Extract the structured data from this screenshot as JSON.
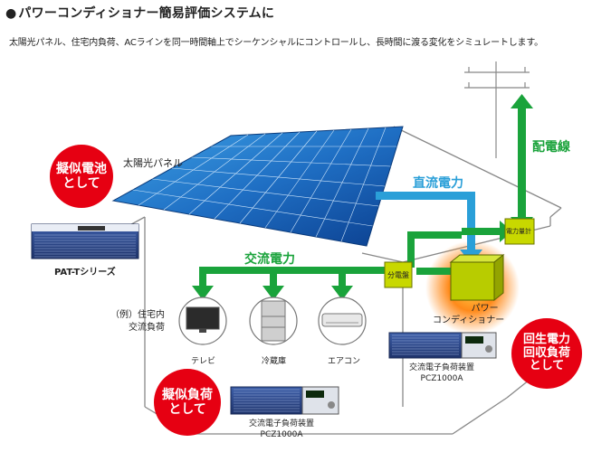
{
  "header": {
    "title": "パワーコンディショナー簡易評価システムに",
    "subtitle": "太陽光パネル、住宅内負荷、ACラインを同一時間軸上でシーケンシャルにコントロールし、長時間に渡る変化をシミュレートします。"
  },
  "badges": {
    "battery": [
      "擬似電池",
      "として"
    ],
    "load": [
      "擬似負荷",
      "として"
    ],
    "regen": [
      "回生電力",
      "回収負荷",
      "として"
    ]
  },
  "labels": {
    "solar_panel": "太陽光パネル",
    "pat_series": "PAT-Tシリーズ",
    "dc_power": "直流電力",
    "ac_power": "交流電力",
    "grid_line": "配電線",
    "power_meter": "電力量計",
    "distribution_board": "分電盤",
    "power_conditioner": [
      "パワー",
      "コンディショナー"
    ],
    "home_load": [
      "（例）住宅内",
      "交流負荷"
    ],
    "tv": "テレビ",
    "fridge": "冷蔵庫",
    "aircon": "エアコン",
    "load_device_right": [
      "交流電子負荷装置",
      "PCZ1000A"
    ],
    "load_device_bottom": [
      "交流電子負荷装置",
      "PCZ1000A"
    ]
  },
  "colors": {
    "accent_red": "#e60012",
    "dc_blue": "#2a9fd8",
    "ac_green": "#1aa33b",
    "box_yellow": "#c8d800"
  }
}
